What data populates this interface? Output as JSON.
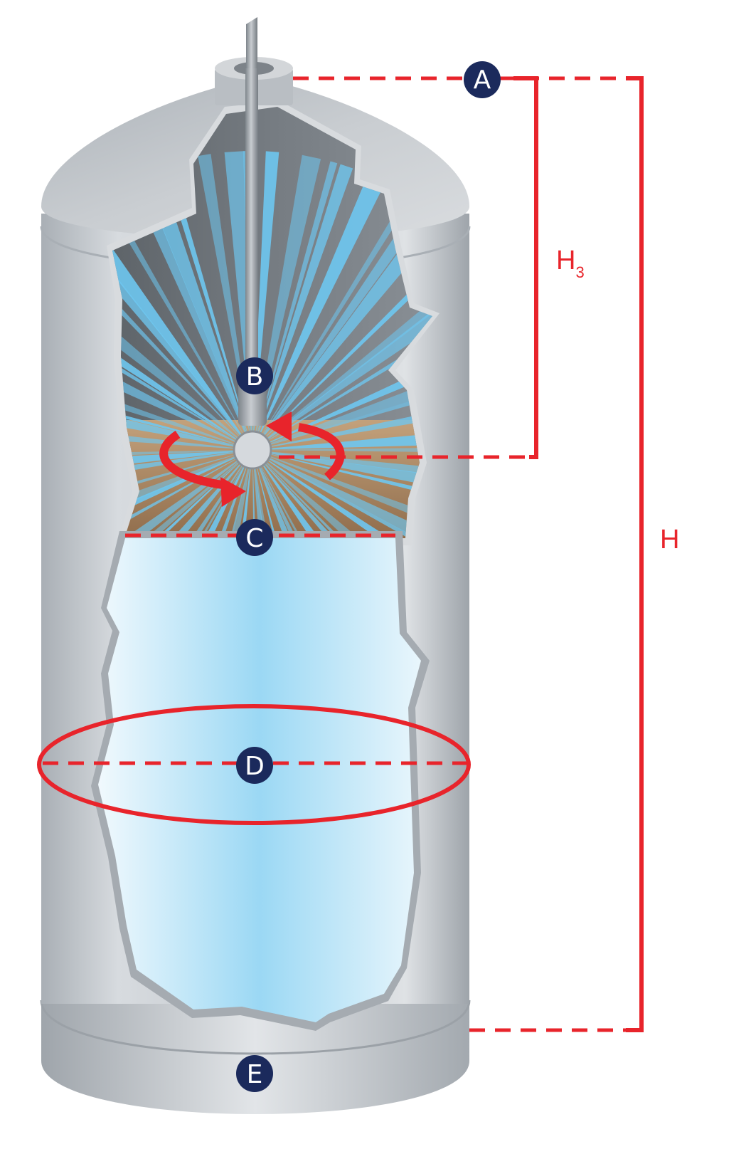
{
  "markers": {
    "a": "A",
    "b": "B",
    "c": "C",
    "d": "D",
    "e": "E"
  },
  "dimensions": {
    "h3": "H",
    "h3_subscript": "3",
    "h": "H"
  },
  "colors": {
    "tank_metal": "#c4c9ce",
    "tank_interior": "#6d7378",
    "liquid": "#a6dcf4",
    "sediment": "#b4916c",
    "spray": "#6ec6f0",
    "dimension_red": "#e8242b",
    "marker_navy": "#1b2a5c"
  }
}
